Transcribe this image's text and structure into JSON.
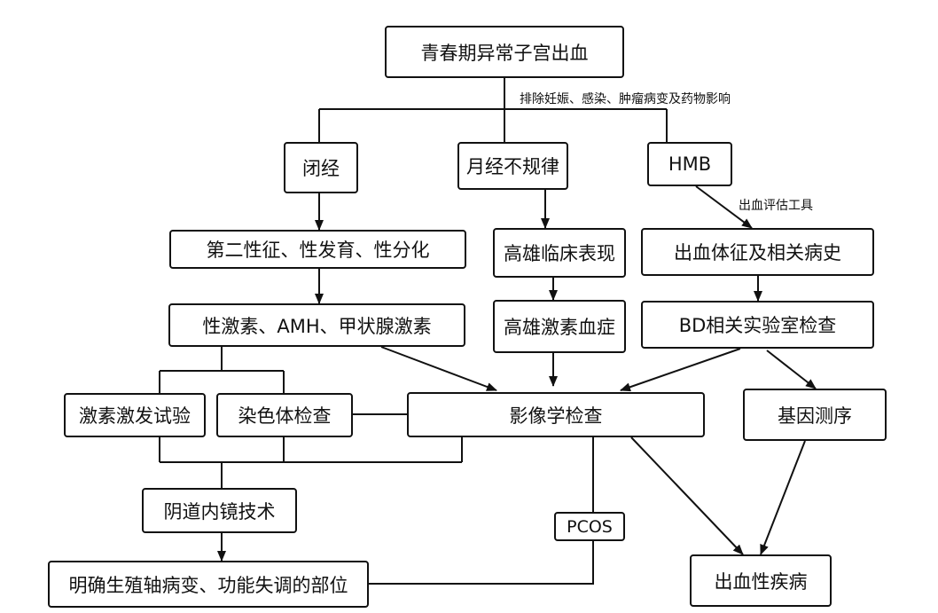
{
  "nodes": {
    "root": "青春期异常子宫出血",
    "amenorrhea": "闭经",
    "irregular": "月经不规律",
    "hmb": "HMB",
    "secondary_sex": "第二性征、性发育、性分化",
    "hyperandrogen_clinical": "高雄临床表现",
    "bleeding_signs": "出血体征及相关病史",
    "hormones": "性激素、AMH、甲状腺激素",
    "hyperandrogenemia": "高雄激素血症",
    "bd_lab": "BD相关实验室检查",
    "stim_test": "激素激发试验",
    "chromosome": "染色体检查",
    "imaging": "影像学检查",
    "gene_seq": "基因测序",
    "vaginoscopy": "阴道内镜技术",
    "pcos": "PCOS",
    "locate": "明确生殖轴病变、功能失调的部位",
    "bleeding_disorder": "出血性疾病"
  },
  "notes": {
    "exclude": "排除妊娠、感染、肿瘤病变及药物影响",
    "assessment_tool": "出血评估工具"
  }
}
